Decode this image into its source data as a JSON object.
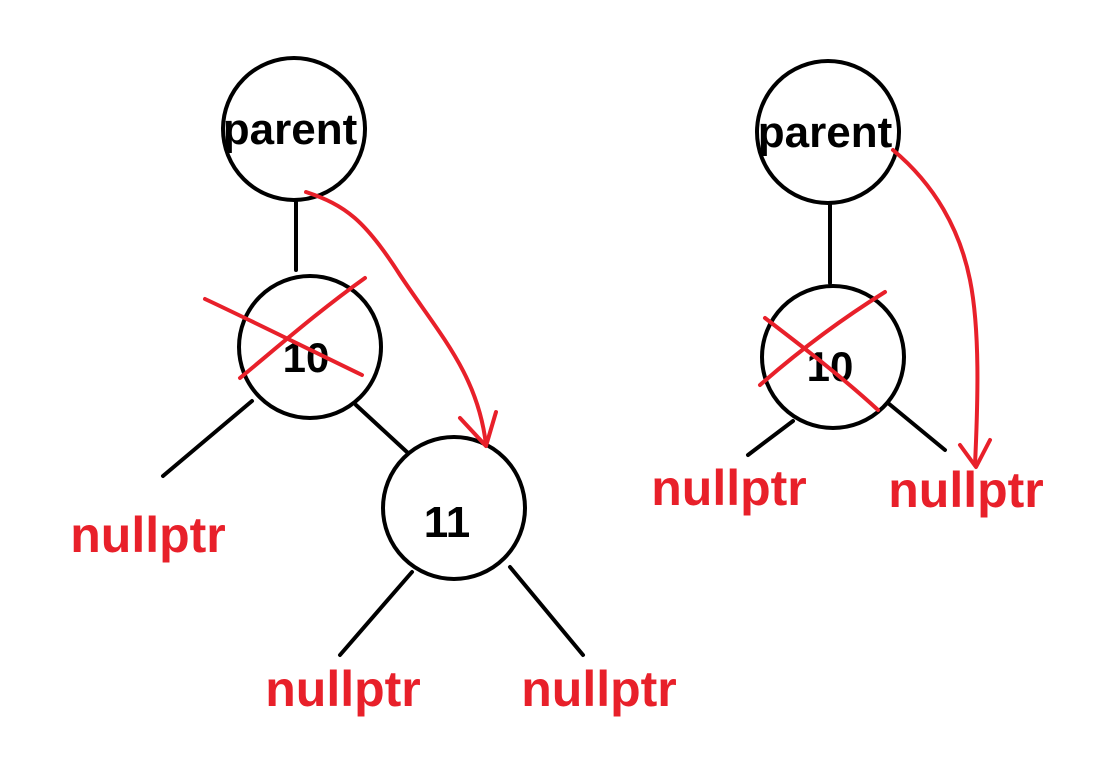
{
  "colors": {
    "annotation": "#e8202a",
    "node_stroke": "#000000",
    "background": "#ffffff"
  },
  "left_tree": {
    "parent_label": "parent",
    "deleted_node_label": "10",
    "child_node_label": "11",
    "null_left": "nullptr",
    "null_child_left": "nullptr",
    "null_child_right": "nullptr"
  },
  "right_tree": {
    "parent_label": "parent",
    "deleted_node_label": "10",
    "null_left": "nullptr",
    "null_right": "nullptr"
  },
  "icons": {
    "cross_mark": "x-mark-icon",
    "arrow": "curved-arrow-icon"
  }
}
